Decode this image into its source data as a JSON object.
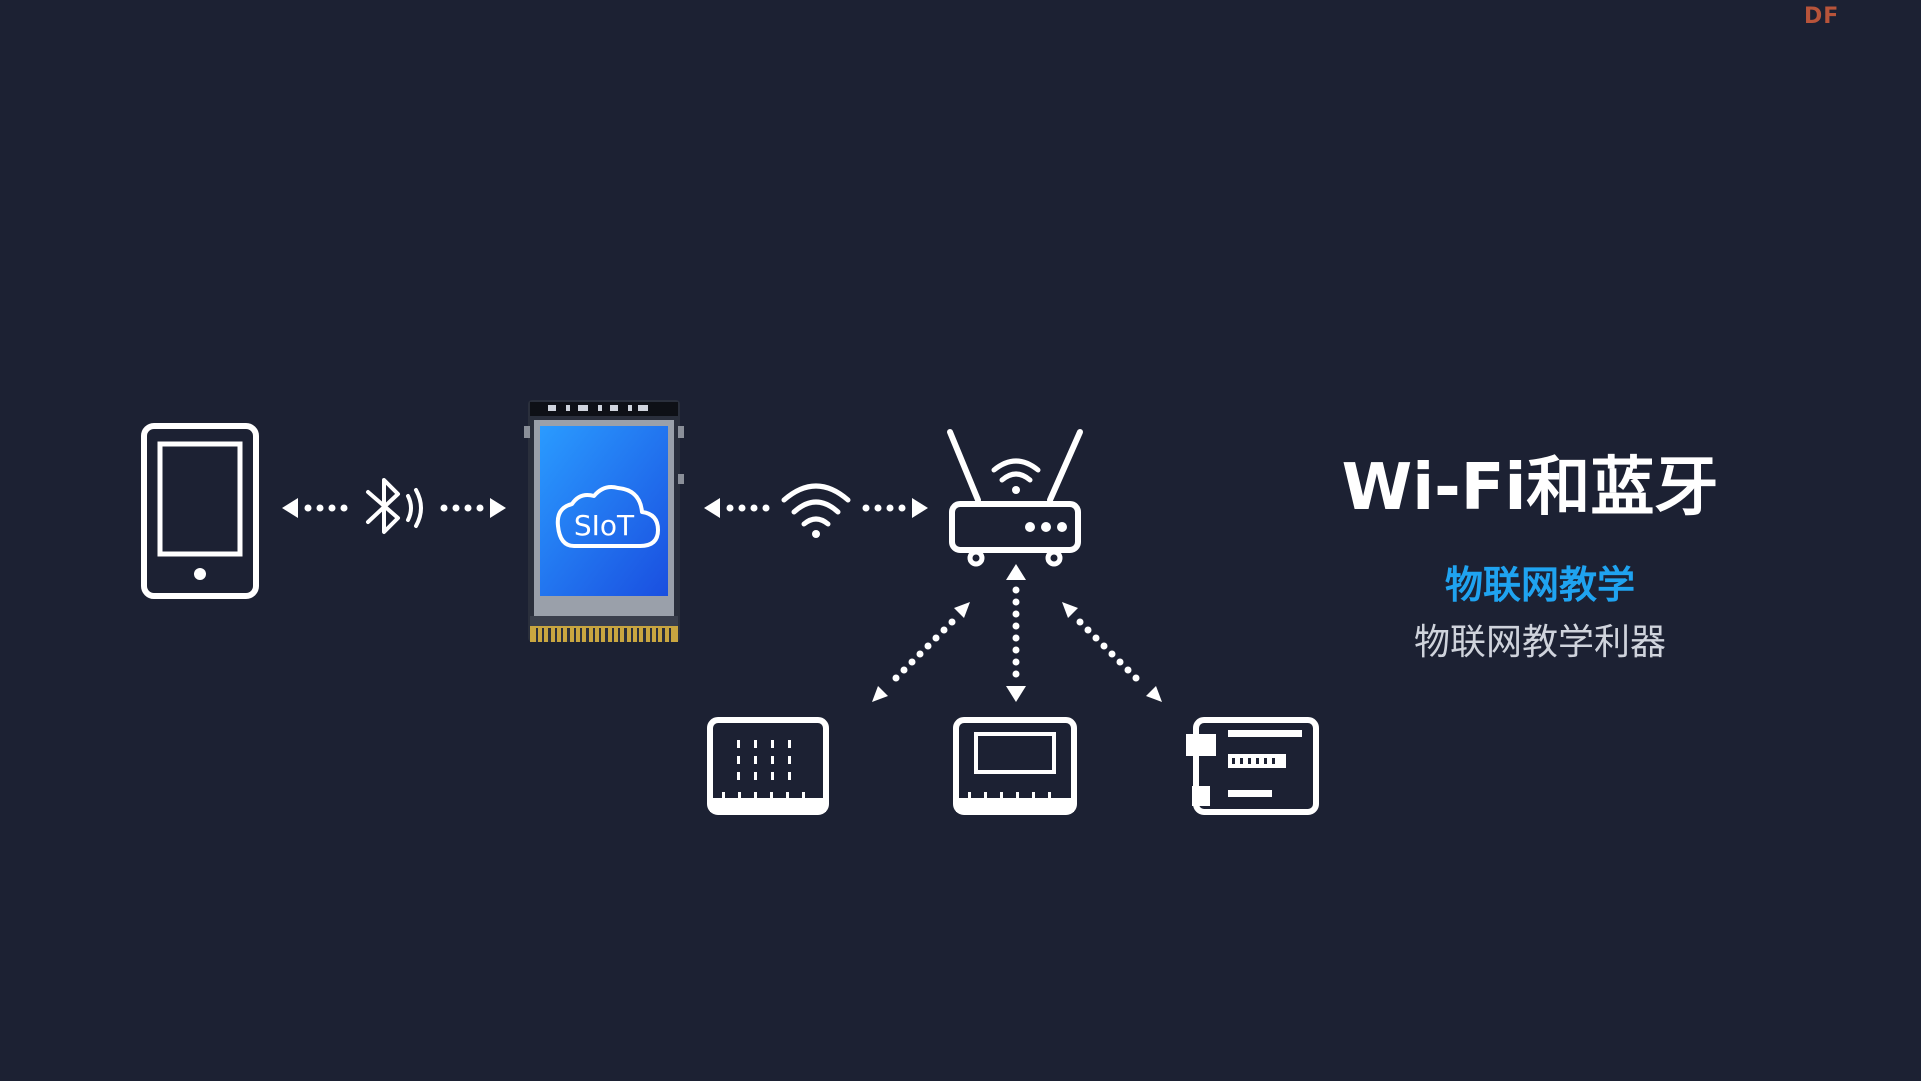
{
  "watermark": "DF",
  "heading": {
    "title": "Wi-Fi和蓝牙",
    "subtitle": "物联网教学",
    "tagline": "物联网教学利器"
  },
  "board": {
    "screen_label": "SIoT"
  },
  "icons": {
    "phone": "smartphone-icon",
    "bluetooth": "bluetooth-icon",
    "wifi": "wifi-icon",
    "router": "router-icon",
    "devices": [
      "led-matrix-board-icon",
      "display-board-icon",
      "controller-board-icon"
    ]
  },
  "colors": {
    "background": "#1c2133",
    "line": "#ffffff",
    "accent": "#1fa3f0",
    "screen": "#1e6ff0",
    "watermark": "#b8543a"
  }
}
